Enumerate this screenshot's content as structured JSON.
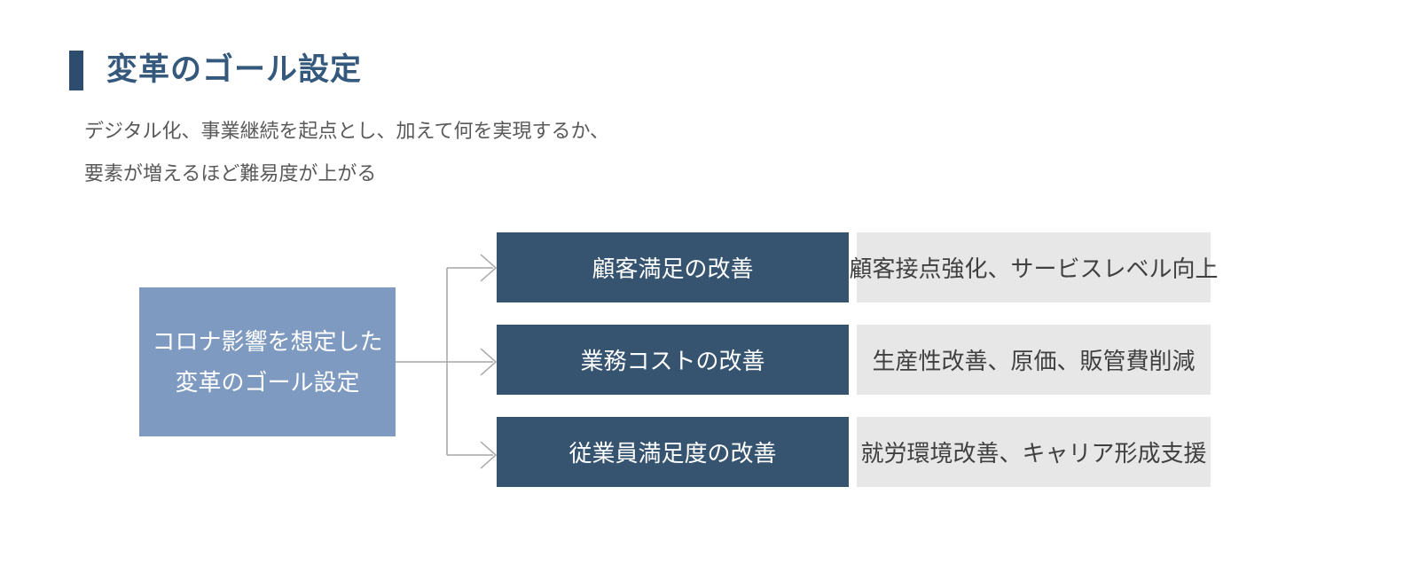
{
  "header": {
    "title": "変革のゴール設定"
  },
  "description": {
    "line1": "デジタル化、事業継続を起点とし、加えて何を実現するか、",
    "line2": "要素が増えるほど難易度が上がる"
  },
  "diagram": {
    "source": {
      "line1": "コロナ影響を想定した",
      "line2": "変革のゴール設定"
    },
    "goals": [
      {
        "label": "顧客満足の改善",
        "detail": "顧客接点強化、サービスレベル向上"
      },
      {
        "label": "業務コストの改善",
        "detail": "生産性改善、原価、販管費削減"
      },
      {
        "label": "従業員満足度の改善",
        "detail": "就労環境改善、キャリア形成支援"
      }
    ]
  },
  "colors": {
    "accent_bar": "#2E4D6E",
    "title_text": "#35587D",
    "goal_box": "#36546F",
    "source_box": "#7E9AC0",
    "detail_box": "#E7E7E7",
    "detail_text": "#404040",
    "body_text": "#595959",
    "connector": "#A6A6A6"
  }
}
